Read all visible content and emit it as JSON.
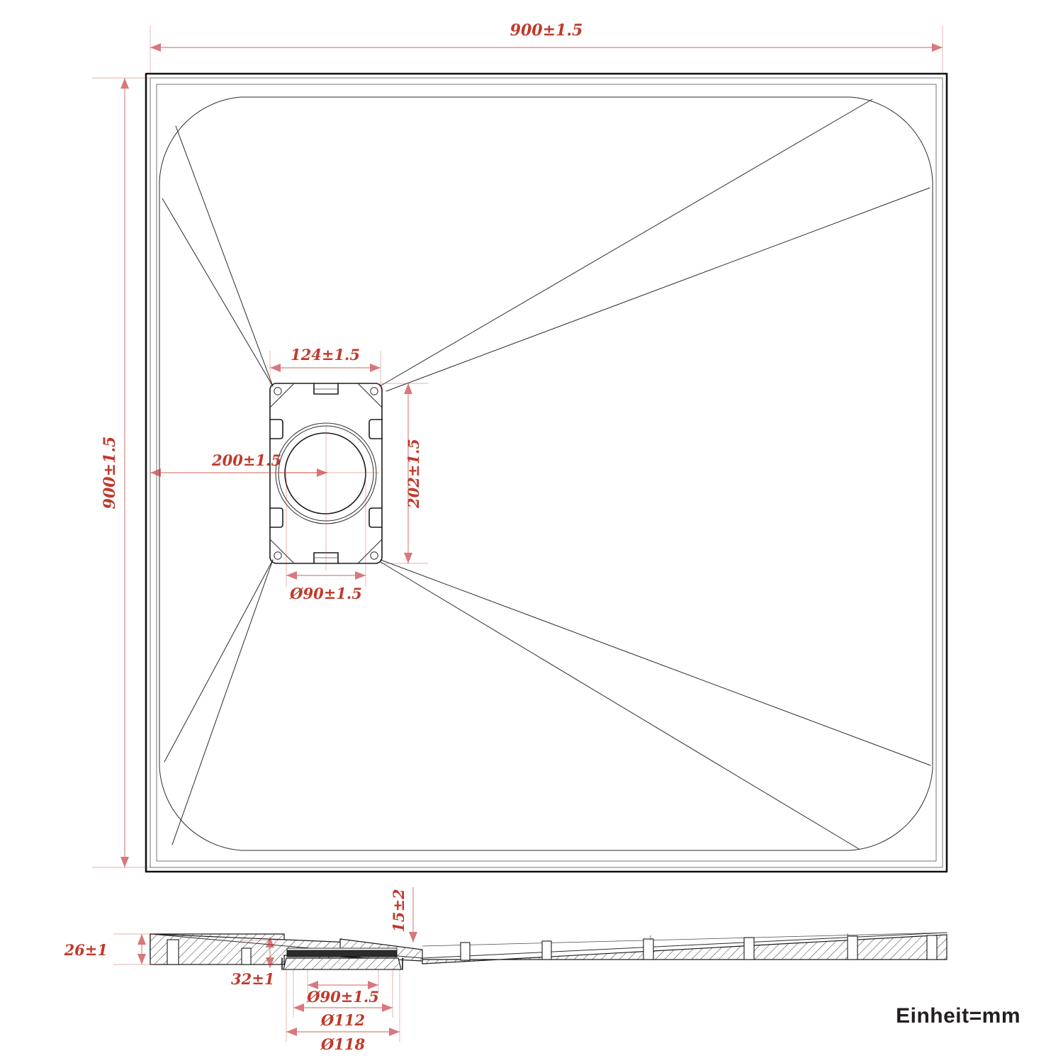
{
  "drawing": {
    "title": "Shower Tray Technical Drawing",
    "unit_label": "Einheit=mm",
    "accent_color": "#c0392b",
    "line_color": "#1a1a1a",
    "background": "#ffffff"
  },
  "plan_view": {
    "name": "square-shower-tray-plan",
    "dimensions": {
      "width_top": "900±1.5",
      "height_left": "900±1.5",
      "drain_frame_width": "124±1.5",
      "drain_frame_height": "202±1.5",
      "drain_offset_left": "200±1.5",
      "drain_bore_diameter": "Ø90±1.5"
    }
  },
  "section_view": {
    "name": "shower-tray-cross-section",
    "dimensions": {
      "edge_thickness": "26±1",
      "drain_zone_thickness": "32±1",
      "drain_recess_depth": "15±2",
      "bore_diameter": "Ø90±1.5",
      "seal_diameter": "Ø112",
      "flange_diameter": "Ø118"
    }
  },
  "labels": {
    "dim_900_top": "900±1.5",
    "dim_900_left": "900±1.5",
    "dim_124": "124±1.5",
    "dim_202": "202±1.5",
    "dim_200": "200±1.5",
    "dim_d90_plan": "Ø90±1.5",
    "dim_26": "26±1",
    "dim_32": "32±1",
    "dim_15": "15±2",
    "dim_d90_section": "Ø90±1.5",
    "dim_d112": "Ø112",
    "dim_d118": "Ø118",
    "unit": "Einheit=mm"
  }
}
